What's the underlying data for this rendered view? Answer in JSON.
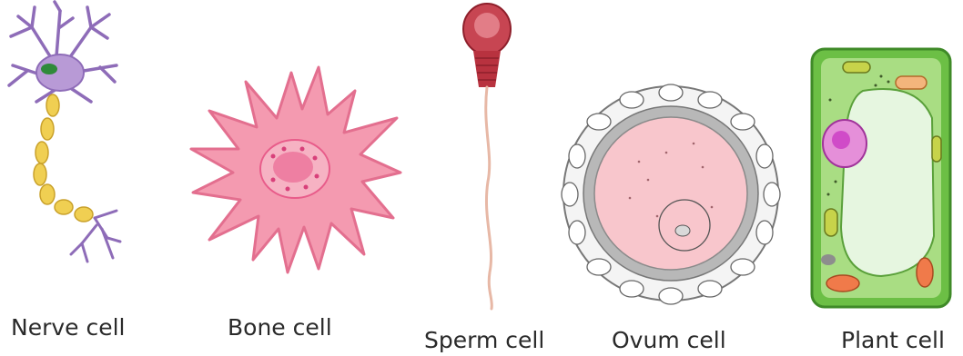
{
  "diagram": {
    "cells": [
      {
        "id": "nerve",
        "label": "Nerve cell",
        "icon": "nerve-cell-icon",
        "colors": {
          "body": "#b89ad6",
          "myelin": "#f0cf52",
          "nucleus": "#2f8a3a"
        }
      },
      {
        "id": "bone",
        "label": "Bone cell",
        "icon": "bone-cell-icon",
        "colors": {
          "body": "#f49ab0",
          "nucleus": "#e85c8a"
        }
      },
      {
        "id": "sperm",
        "label": "Sperm cell",
        "icon": "sperm-cell-icon",
        "colors": {
          "head": "#b8323f",
          "tail": "#e7b8a6"
        }
      },
      {
        "id": "ovum",
        "label": "Ovum cell",
        "icon": "ovum-cell-icon",
        "colors": {
          "cytoplasm": "#f8c6cc",
          "zona": "#b8b8b8"
        }
      },
      {
        "id": "plant",
        "label": "Plant cell",
        "icon": "plant-cell-icon",
        "colors": {
          "wall": "#6cbf45",
          "vacuole": "#e6f6e0",
          "nucleus": "#d04bc8"
        }
      }
    ]
  }
}
